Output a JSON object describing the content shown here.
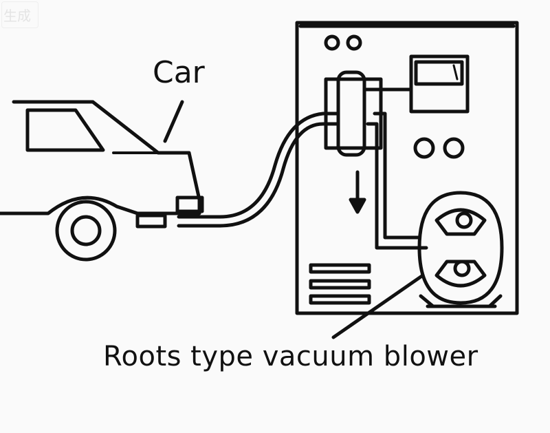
{
  "labels": {
    "car": "Car",
    "blower": "Roots type vacuum blower"
  },
  "watermark": "生成",
  "colors": {
    "ink": "#111111",
    "paper": "#fafafa"
  }
}
